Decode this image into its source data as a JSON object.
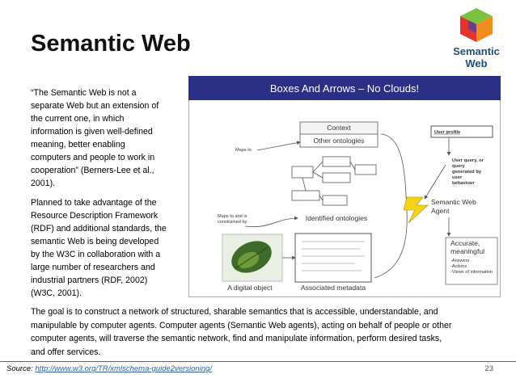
{
  "slide": {
    "title": "Semantic Web",
    "quote_lines": [
      "“The Semantic Web is not a",
      "separate Web but an extension of",
      "the current one, in which",
      "information is given well-defined",
      "meaning, better enabling",
      "computers and people to work in",
      "cooperation” (Berners-Lee et al.,",
      "2001)."
    ],
    "para2_lines": [
      "Planned to take advantage of the",
      "Resource Description Framework",
      "(RDF) and additional standards, the",
      "semantic Web is being developed",
      "by the W3C in collaboration with a",
      "large number of researchers and",
      "industrial partners (RDF, 2002)",
      "(W3C, 2001)."
    ],
    "bottom_lines": [
      "The goal is to construct a network of structured, sharable semantics that is accessible, understandable, and",
      "manipulable by computer agents.  Computer agents (Semantic Web agents), acting on behalf of people or other",
      "computer agents, will traverse  the semantic network, find and manipulate information, perform desired tasks,",
      "and offer  services."
    ],
    "source_label": "Source:",
    "source_url": "http://www.w3.org/TR/xmlschema-guide2versioning/",
    "page_number": "23"
  },
  "logo": {
    "line1": "Semantic",
    "line2": "Web",
    "colors": {
      "green": "#7cc242",
      "purple": "#6f3a8e",
      "orange": "#f28c1e",
      "red": "#e3342f"
    }
  },
  "diagram": {
    "banner_title": "Boxes And Arrows – No Clouds!",
    "banner_color": "#2b2f86",
    "context": "Context",
    "other_ontologies": "Other ontologies",
    "maps_to": "Maps to",
    "maps_to_constrained_1": "Maps to and is",
    "maps_to_constrained_2": "constrained by",
    "identified_ontologies": "Identified ontologies",
    "digital_object": "A digital object",
    "associated_metadata": "Associated metadata",
    "user_profile": "User profile",
    "user_query": [
      "User query, or",
      "query",
      "generated by",
      "user",
      "behaviour"
    ],
    "agent_label": [
      "Semantic Web",
      "Agent"
    ],
    "accurate": [
      "Accurate,",
      "meaningful"
    ],
    "bullets": [
      "-Answers",
      "-Actions",
      "-Views of information"
    ]
  }
}
